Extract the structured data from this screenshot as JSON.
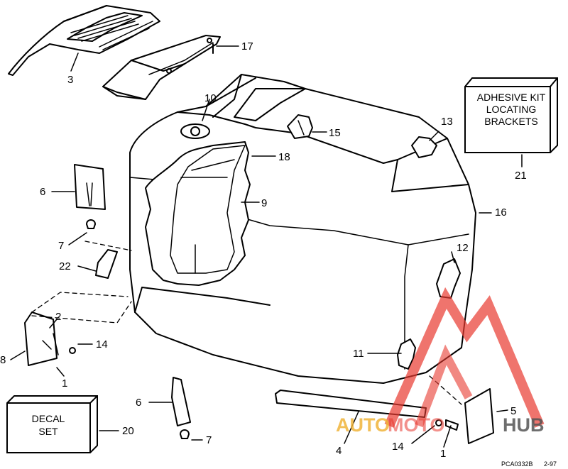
{
  "diagram": {
    "callouts": {
      "c1a": "1",
      "c1b": "1",
      "c2": "2",
      "c3": "3",
      "c4": "4",
      "c5": "5",
      "c6a": "6",
      "c6b": "6",
      "c7a": "7",
      "c7b": "7",
      "c8": "8",
      "c9": "9",
      "c10": "10",
      "c11": "11",
      "c12": "12",
      "c13": "13",
      "c14a": "14",
      "c14b": "14",
      "c15": "15",
      "c16": "16",
      "c17": "17",
      "c18": "18",
      "c20": "20",
      "c21": "21",
      "c22": "22"
    },
    "adhesive_box": {
      "line1": "ADHESIVE KIT",
      "line2": "LOCATING",
      "line3": "BRACKETS"
    },
    "decal_box": {
      "line1": "DECAL",
      "line2": "SET"
    },
    "footer": {
      "code": "PCA0332B",
      "date": "2-97"
    },
    "watermark": {
      "part1": "AUTO",
      "part2": "MOTO",
      "part3": "HUB",
      "colors": {
        "red": "#e8392f",
        "yellow": "#f0b43a",
        "dark": "#555555"
      }
    }
  }
}
